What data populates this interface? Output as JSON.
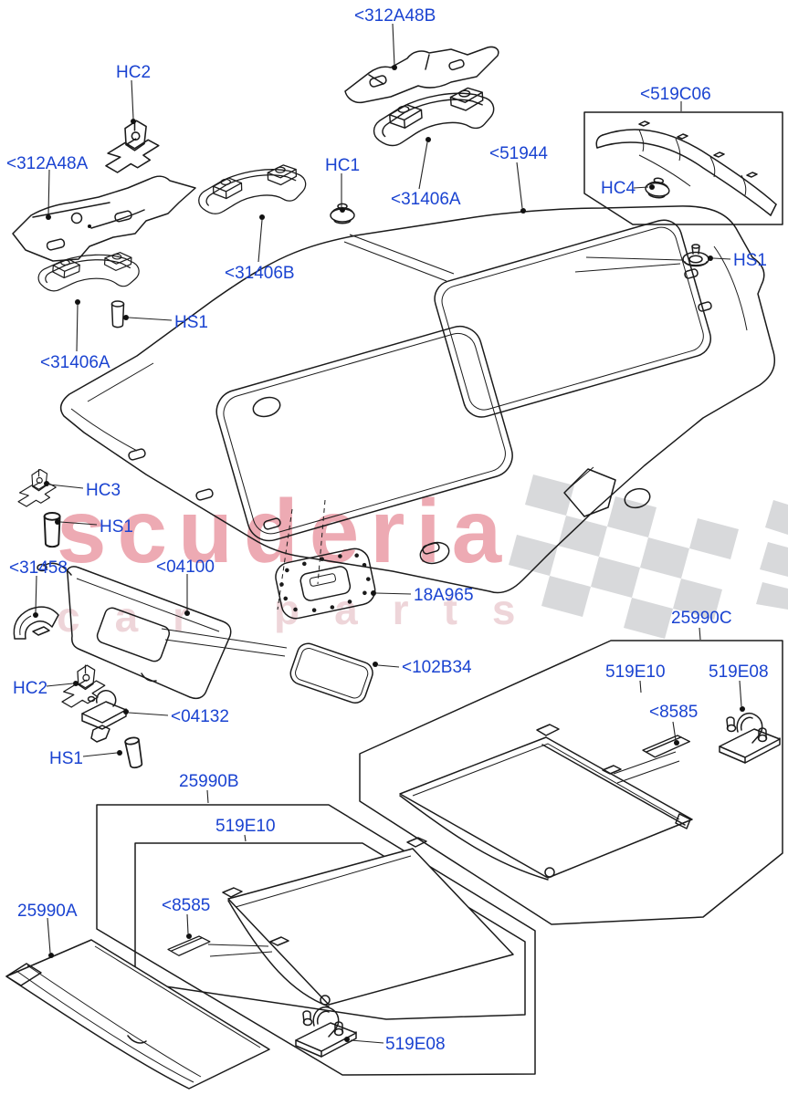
{
  "page": {
    "type": "vehicle-parts-exploded-diagram",
    "subject": "Headlining and sun visors / sunblinds",
    "background": "#ffffff"
  },
  "colors": {
    "callout_blue": "#1a43d1",
    "line_black": "#1b1b1b",
    "watermark_pink": "#edaab3",
    "watermark_tagline_pink": "#eed5d9",
    "flag_gray": "#d8d9db"
  },
  "watermark": {
    "brand": "scuderia",
    "tagline_word1": "car",
    "tagline_word2": "parts"
  },
  "parts": [
    {
      "name": "roof-bow-front",
      "callout": "<312A48A"
    },
    {
      "name": "roof-bow-rear",
      "callout": "<312A48B"
    },
    {
      "name": "grab-handle",
      "callout": "<31406A"
    },
    {
      "name": "grab-handle",
      "callout": "<31406B"
    },
    {
      "name": "headlining-panel",
      "callout": "<51944"
    },
    {
      "name": "tailgate-header-trim",
      "callout": "<519C06"
    },
    {
      "name": "sun-visor",
      "callout": "<04100"
    },
    {
      "name": "visor-mirror-bracket",
      "callout": "<31458"
    },
    {
      "name": "visor-bracket",
      "callout": "<04132"
    },
    {
      "name": "lamp-bezel",
      "callout": "18A965"
    },
    {
      "name": "glass-panel",
      "callout": "<102B34"
    },
    {
      "name": "sunblind-assembly-rear",
      "callout": "25990C"
    },
    {
      "name": "sunblind-assembly-front",
      "callout": "25990B"
    },
    {
      "name": "sunblind-panel",
      "callout": "25990A"
    },
    {
      "name": "sunblind-roller",
      "callout": "519E10"
    },
    {
      "name": "sunblind-latch",
      "callout": "519E08"
    },
    {
      "name": "label-sticker",
      "callout": "<8585"
    },
    {
      "name": "clip",
      "callout": "HC1"
    },
    {
      "name": "clip",
      "callout": "HC2"
    },
    {
      "name": "clip",
      "callout": "HC3"
    },
    {
      "name": "clip",
      "callout": "HC4"
    },
    {
      "name": "screw-stud",
      "callout": "HS1"
    }
  ],
  "callouts": [
    {
      "id": "312a48b",
      "text": "<312A48B"
    },
    {
      "id": "hc2-top",
      "text": "HC2"
    },
    {
      "id": "519c06",
      "text": "<519C06"
    },
    {
      "id": "312a48a",
      "text": "<312A48A"
    },
    {
      "id": "51944",
      "text": "<51944"
    },
    {
      "id": "hc1",
      "text": "HC1"
    },
    {
      "id": "hc4",
      "text": "HC4"
    },
    {
      "id": "31406a-top",
      "text": "<31406A"
    },
    {
      "id": "hs1-right",
      "text": "HS1"
    },
    {
      "id": "31406b",
      "text": "<31406B"
    },
    {
      "id": "hs1-left",
      "text": "HS1"
    },
    {
      "id": "31406a-left",
      "text": "<31406A"
    },
    {
      "id": "hc3",
      "text": "HC3"
    },
    {
      "id": "hs1-mid",
      "text": "HS1"
    },
    {
      "id": "31458",
      "text": "<31458"
    },
    {
      "id": "04100",
      "text": "<04100"
    },
    {
      "id": "18a965",
      "text": "18A965"
    },
    {
      "id": "25990c",
      "text": "25990C"
    },
    {
      "id": "102b34",
      "text": "<102B34"
    },
    {
      "id": "519e10-right",
      "text": "519E10"
    },
    {
      "id": "519e08-right",
      "text": "519E08"
    },
    {
      "id": "hc2-low",
      "text": "HC2"
    },
    {
      "id": "8585-right",
      "text": "<8585"
    },
    {
      "id": "04132",
      "text": "<04132"
    },
    {
      "id": "hs1-low",
      "text": "HS1"
    },
    {
      "id": "25990b",
      "text": "25990B"
    },
    {
      "id": "519e10-low",
      "text": "519E10"
    },
    {
      "id": "8585-low",
      "text": "<8585"
    },
    {
      "id": "25990a",
      "text": "25990A"
    },
    {
      "id": "519e08-low",
      "text": "519E08"
    }
  ]
}
